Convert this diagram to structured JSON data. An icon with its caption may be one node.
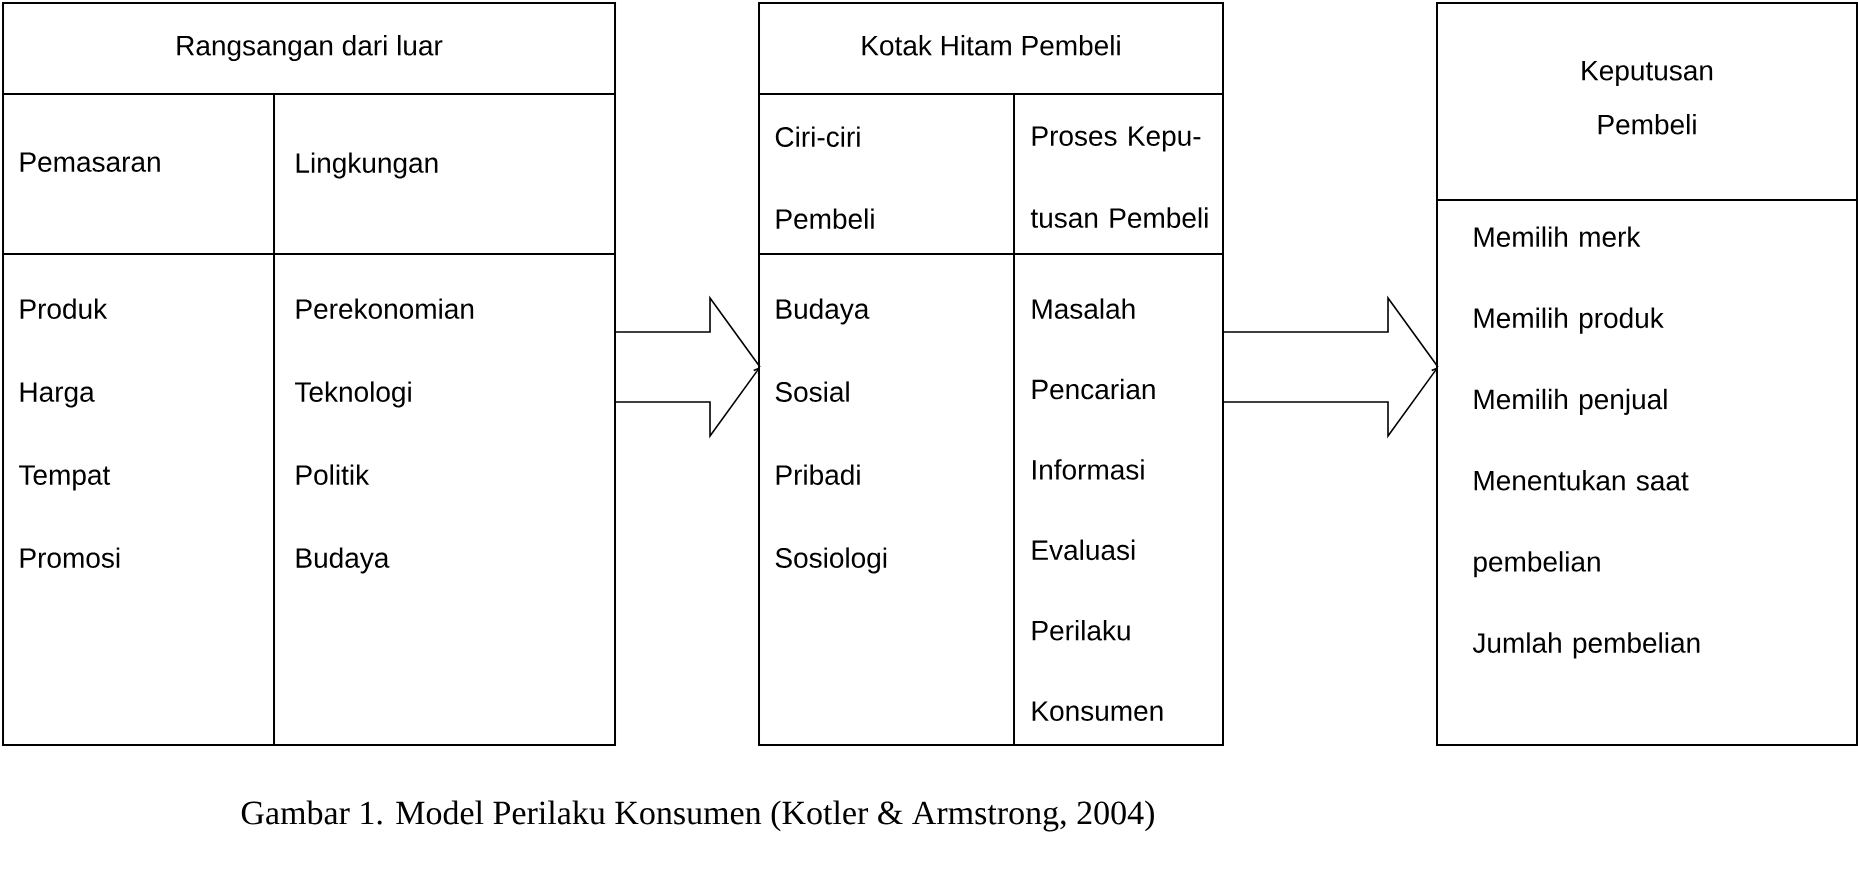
{
  "diagram": {
    "caption": "Gambar 1. Model Perilaku Konsumen (Kotler & Armstrong, 2004)",
    "nodes": [
      {
        "text": [
          "Rangsangan dari luar"
        ]
      },
      {
        "text": [
          "Pemasaran"
        ],
        "in": 0
      },
      {
        "text": [
          "Lingkungan"
        ],
        "in": 0
      },
      {
        "text": [
          "Produk",
          "Harga",
          "Tempat",
          "Promosi"
        ],
        "in": 0
      },
      {
        "text": [
          "Perekonomian",
          "Teknologi",
          "Politik",
          "Budaya"
        ],
        "in": 0
      },
      {
        "text": [
          "Kotak Hitam Pembeli"
        ]
      },
      {
        "text": [
          "Ciri-ciri Pembeli"
        ],
        "in": 5
      },
      {
        "text": [
          "Proses Kepu- tusan Pembeli"
        ],
        "in": 5
      },
      {
        "text": [
          "Budaya",
          "Sosial",
          "Pribadi",
          "Sosiologi"
        ],
        "in": 5
      },
      {
        "text": [
          "Masalah",
          "Pencarian",
          "Informasi",
          "Evaluasi",
          "Perilaku",
          "Konsumen"
        ],
        "in": 5
      },
      {
        "text": [
          "Keputusan Pembeli"
        ]
      },
      {
        "text": [
          "Memilih merk",
          "Memilih produk",
          "Memilih penjual",
          "Menentukan saat pembelian",
          "Jumlah pembelian"
        ],
        "in": 10
      }
    ],
    "edges": [
      {
        "from": 0,
        "to": 5,
        "arrow": "to"
      },
      {
        "from": 5,
        "to": 10,
        "arrow": "to"
      }
    ]
  }
}
